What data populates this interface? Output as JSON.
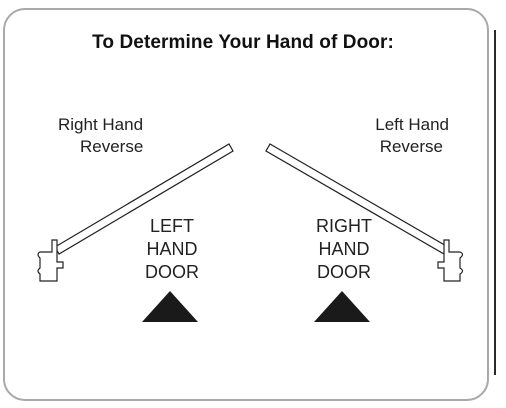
{
  "title": "To Determine Your Hand of Door:",
  "left_swing": {
    "reverse_label_line1": "Right Hand",
    "reverse_label_line2": "Reverse",
    "door_label_line1": "LEFT",
    "door_label_line2": "HAND",
    "door_label_line3": "DOOR"
  },
  "right_swing": {
    "reverse_label_line1": "Left Hand",
    "reverse_label_line2": "Reverse",
    "door_label_line1": "RIGHT",
    "door_label_line2": "HAND",
    "door_label_line3": "DOOR"
  },
  "colors": {
    "panel_border": "#a9a9a9",
    "ink": "#222222",
    "arrow_fill": "#1a1a1a"
  }
}
